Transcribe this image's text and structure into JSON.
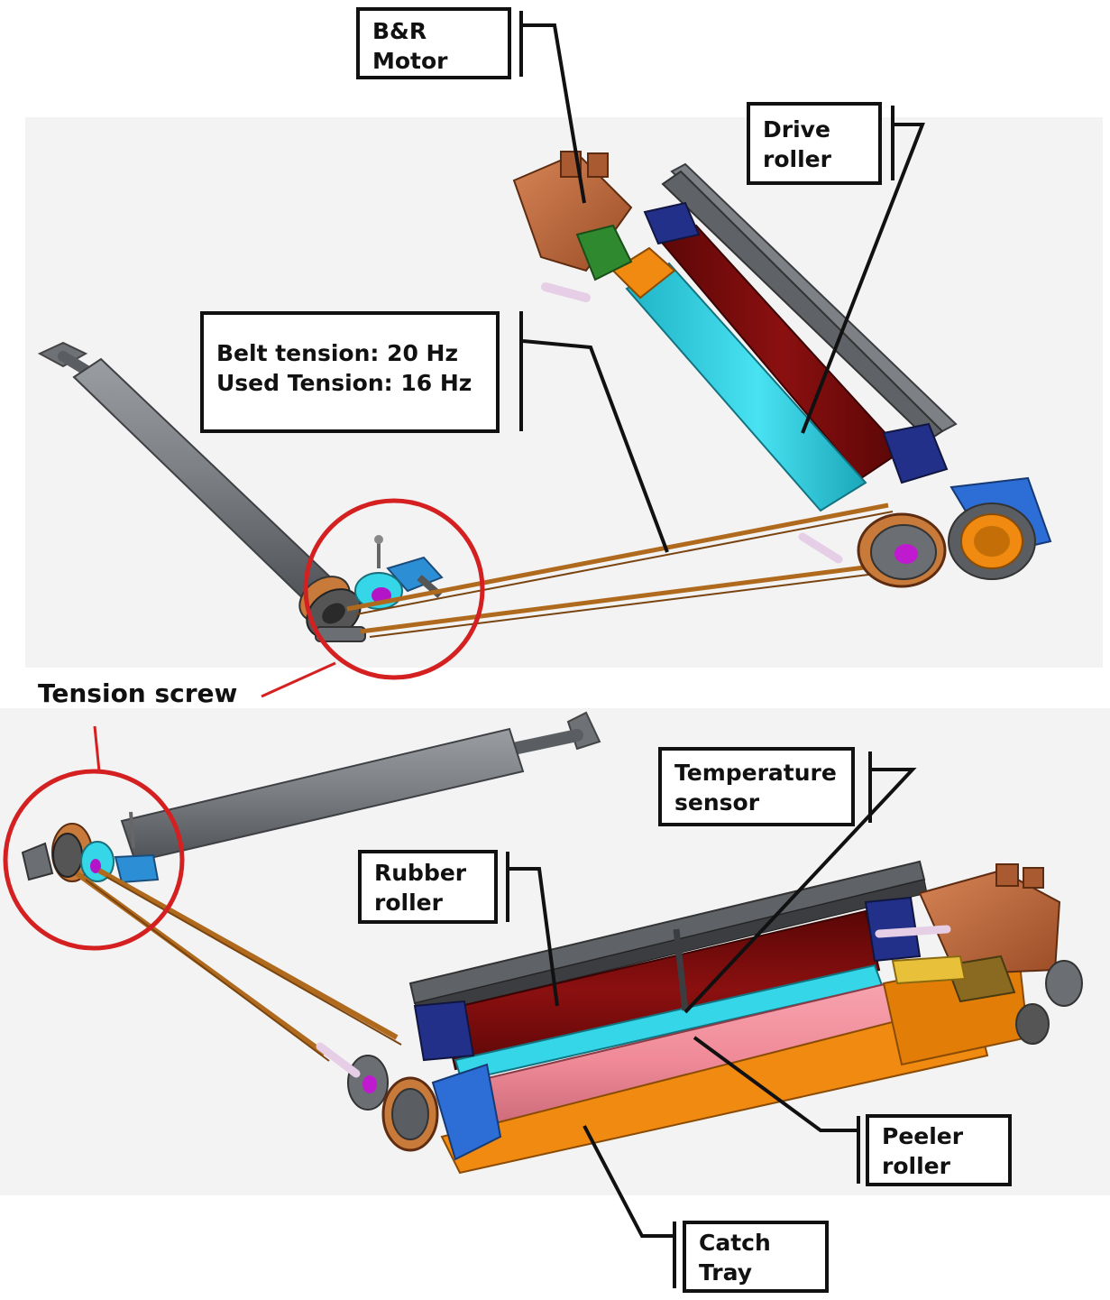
{
  "labels": {
    "motor": [
      "B&R",
      "Motor"
    ],
    "drive_roller": [
      "Drive",
      "roller"
    ],
    "belt_tension": [
      "Belt tension: 20 Hz",
      "Used Tension: 16 Hz"
    ],
    "tension_screw": "Tension screw",
    "temperature_sensor": [
      "Temperature",
      "sensor"
    ],
    "rubber_roller": [
      "Rubber",
      "roller"
    ],
    "peeler_roller": [
      "Peeler",
      "roller"
    ],
    "catch_tray": [
      "Catch",
      "Tray"
    ]
  },
  "colors": {
    "panel_bg": "#f3f3f3",
    "highlight_circle": "#d42020",
    "drive_roller_red": "#8b1010",
    "drive_roller_cyan": "#35d6e8",
    "peeler_roller_pink": "#f08a98",
    "tray_orange": "#f08a10",
    "motor_copper": "#c56a3a",
    "tensioner_grey": "#7d8085",
    "belt_brown": "#b06a1e"
  }
}
